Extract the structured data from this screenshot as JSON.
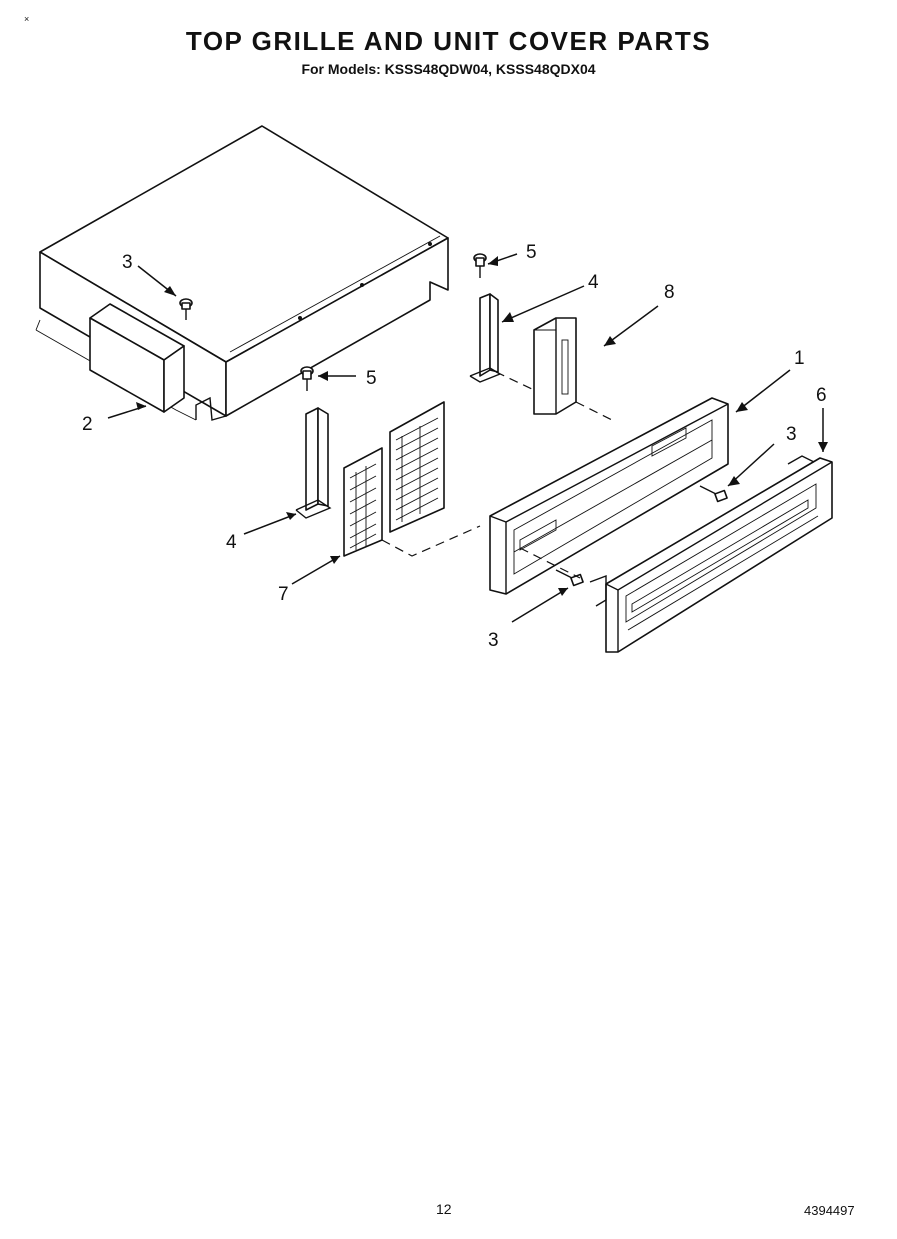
{
  "header": {
    "corner_mark": "×",
    "title": "TOP GRILLE AND UNIT COVER PARTS",
    "subtitle": "For Models: KSSS48QDW04, KSSS48QDX04"
  },
  "callouts": {
    "c1": "1",
    "c2": "2",
    "c3a": "3",
    "c3b": "3",
    "c3c": "3",
    "c4a": "4",
    "c4b": "4",
    "c5a": "5",
    "c5b": "5",
    "c6": "6",
    "c7": "7",
    "c8": "8"
  },
  "footer": {
    "page_number": "12",
    "document_number": "4394497"
  }
}
